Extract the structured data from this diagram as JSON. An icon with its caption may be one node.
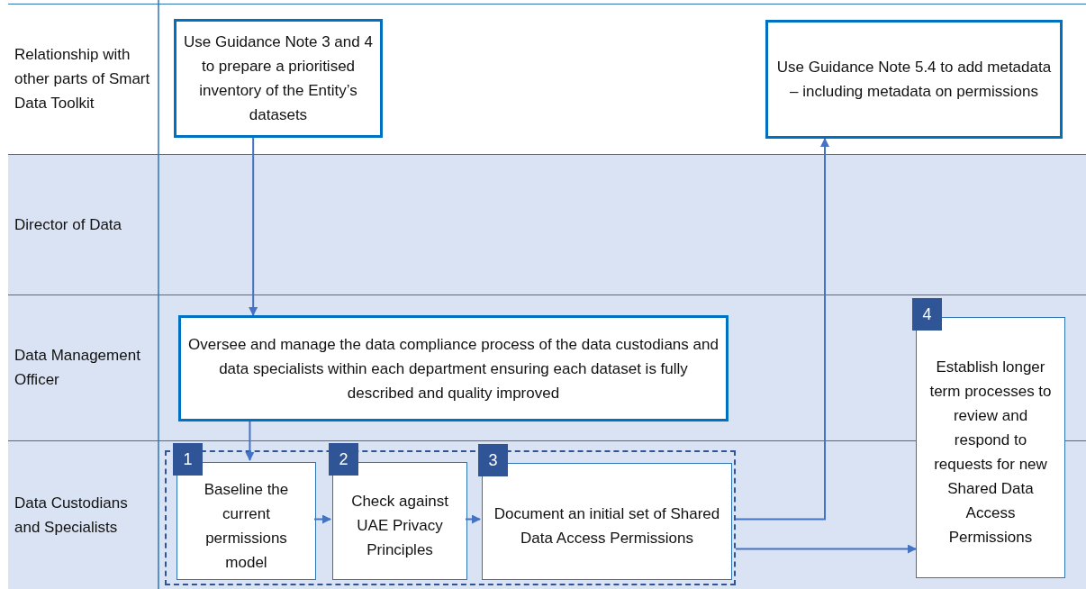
{
  "diagram": {
    "nodes": [
      {
        "text": [
          "Use Guidance Note 3 and 4 to prepare a prioritised inventory of the Entity’s datasets"
        ]
      },
      {
        "text": [
          "Use Guidance Note 5.4 to add metadata – including metadata on permissions"
        ]
      },
      {
        "text": [
          "Oversee and manage the data compliance process of the data custodians and data specialists within each department ensuring each dataset is fully described and quality improved"
        ]
      },
      {
        "text": [],
        "shape": "box"
      },
      {
        "text": [
          "1",
          "Baseline the current permissions model"
        ],
        "in": 3
      },
      {
        "text": [
          "2",
          "Check against UAE Privacy Principles"
        ],
        "in": 3
      },
      {
        "text": [
          "3",
          "Document an initial set of Shared Data Access Permissions"
        ],
        "in": 3
      },
      {
        "text": [
          "4",
          "Establish longer term processes to review and respond to requests for new Shared Data Access Permissions"
        ]
      }
    ],
    "edges": [
      {
        "from": 0,
        "to": 2,
        "arrow": "to"
      },
      {
        "from": 2,
        "to": 4,
        "arrow": "to"
      },
      {
        "from": 4,
        "to": 5,
        "arrow": "to"
      },
      {
        "from": 5,
        "to": 6,
        "arrow": "to"
      },
      {
        "from": 3,
        "to": 1,
        "arrow": "to"
      },
      {
        "from": 3,
        "to": 7,
        "arrow": "to"
      }
    ],
    "labels": [
      "Relationship with other parts of Smart Data Toolkit",
      "Director of Data",
      "Data Management Officer",
      "Data Custodians and Specialists"
    ]
  }
}
